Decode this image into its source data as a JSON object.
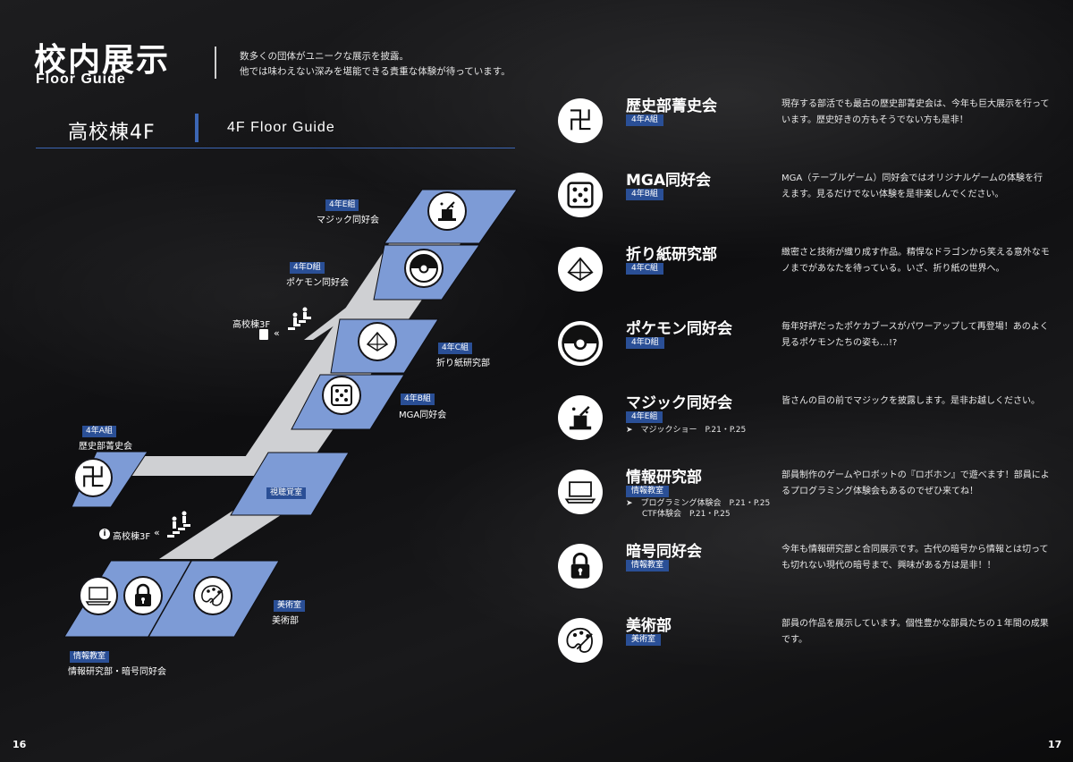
{
  "header": {
    "title": "校内展示",
    "subtitle": "Floor Guide",
    "intro_line1": "数多くの団体がユニークな展示を披露。",
    "intro_line2": "他では味わえない深みを堪能できる貴重な体験が待っています。"
  },
  "floor": {
    "title": "高校棟4F",
    "subtitle": "4F Floor Guide"
  },
  "map": {
    "rooms": [
      {
        "tag": "4年E組",
        "name": "マジック同好会"
      },
      {
        "tag": "4年D組",
        "name": "ポケモン同好会"
      },
      {
        "tag": "4年C組",
        "name": "折り紙研究部"
      },
      {
        "tag": "4年B組",
        "name": "MGA同好会"
      },
      {
        "tag": "4年A組",
        "name": "歴史部菁史会"
      },
      {
        "tag": "視聴覚室"
      },
      {
        "tag": "美術室",
        "name": "美術部"
      },
      {
        "tag": "情報教室",
        "name": "情報研究部・暗号同好会"
      }
    ],
    "stairs_upper": "高校棟3F",
    "stairs_lower": "高校棟3F"
  },
  "clubs": [
    {
      "name": "歴史部菁史会",
      "tag": "4年A組",
      "icon": "manji-icon",
      "desc": "現存する部活でも最古の歴史部菁史会は、今年も巨大展示を行っています。歴史好きの方もそうでない方も是非！"
    },
    {
      "name": "MGA同好会",
      "tag": "4年B組",
      "icon": "dice-icon",
      "desc": "MGA（テーブルゲーム）同好会ではオリジナルゲームの体験を行えます。見るだけでない体験を是非楽しんでください。"
    },
    {
      "name": "折り紙研究部",
      "tag": "4年C組",
      "icon": "origami-crane-icon",
      "desc": "緻密さと技術が織り成す作品。精悍なドラゴンから笑える意外なモノまでがあなたを待っている。いざ、折り紙の世界へ。"
    },
    {
      "name": "ポケモン同好会",
      "tag": "4年D組",
      "icon": "pokeball-icon",
      "desc": "毎年好評だったポケカブースがパワーアップして再登場！あのよく見るポケモンたちの姿も…!?"
    },
    {
      "name": "マジック同好会",
      "tag": "4年E組",
      "icon": "magic-hat-icon",
      "sub": [
        "➤　マジックショー　P.21・P.25"
      ],
      "desc": "皆さんの目の前でマジックを披露します。是非お越しください。"
    },
    {
      "name": "情報研究部",
      "tag": "情報教室",
      "icon": "laptop-icon",
      "sub": [
        "➤　プログラミング体験会　P.21・P.25",
        "　　CTF体験会　P.21・P.25"
      ],
      "desc": "部員制作のゲームやロボットの『ロボホン』で遊べます！部員によるプログラミング体験会もあるのでぜひ来てね！"
    },
    {
      "name": "暗号同好会",
      "tag": "情報教室",
      "icon": "padlock-icon",
      "desc": "今年も情報研究部と合同展示です。古代の暗号から情報とは切っても切れない現代の暗号まで、興味がある方は是非！！"
    },
    {
      "name": "美術部",
      "tag": "美術室",
      "icon": "palette-icon",
      "desc": "部員の作品を展示しています。個性豊かな部員たちの１年間の成果です。"
    }
  ],
  "pages": {
    "left": "16",
    "right": "17"
  }
}
